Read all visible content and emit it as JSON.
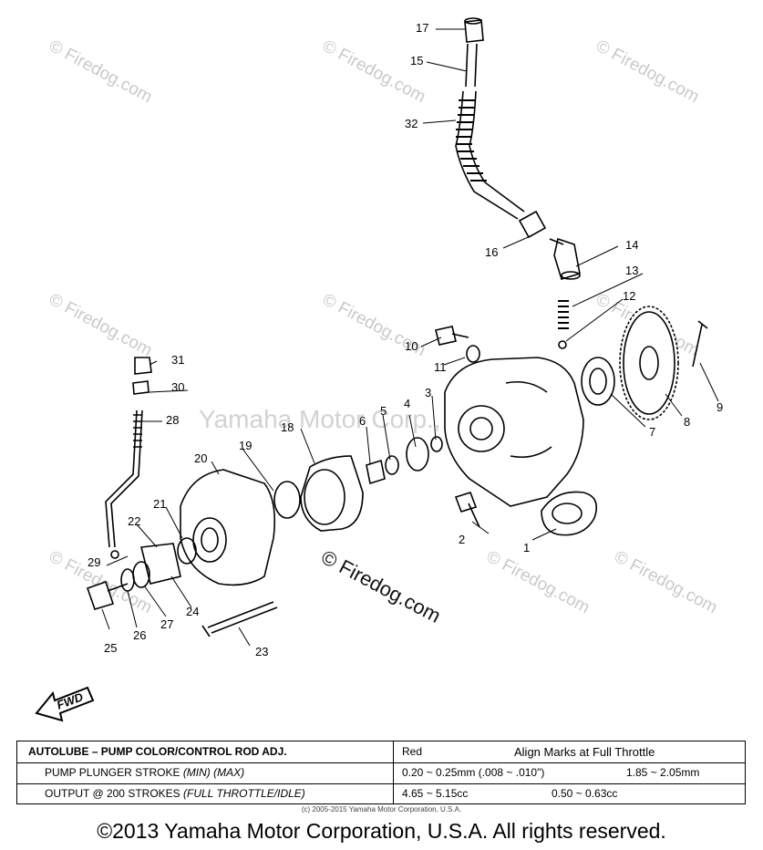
{
  "watermarks": {
    "tiled": [
      "© Firedog.com",
      "© Firedog.com",
      "© Firedog.com",
      "© Firedog.com",
      "© Firedog.com",
      "© Firedog.com",
      "© Firedog.com",
      "© Firedog.com",
      "© Firedog.com"
    ],
    "center": "Yamaha Motor Corp., U.S.A.",
    "prominent": "© Firedog.com"
  },
  "part_labels": [
    "1",
    "2",
    "3",
    "4",
    "5",
    "6",
    "7",
    "8",
    "9",
    "10",
    "11",
    "12",
    "13",
    "14",
    "15",
    "16",
    "17",
    "18",
    "19",
    "20",
    "21",
    "22",
    "23",
    "24",
    "25",
    "26",
    "27",
    "28",
    "29",
    "30",
    "31",
    "32"
  ],
  "fwd_label": "FWD",
  "spec_table": {
    "row1": {
      "left": "AUTOLUBE – PUMP COLOR/CONTROL ROD ADJ.",
      "mid": "Red",
      "right": "Align Marks at Full Throttle"
    },
    "row2": {
      "left_a": "PUMP PLUNGER STROKE ",
      "left_b": "(MIN) (MAX)",
      "mid": "0.20 ~ 0.25mm (.008 ~ .010\")",
      "right": "1.85 ~ 2.05mm"
    },
    "row3": {
      "left_a": "OUTPUT @ 200 STROKES ",
      "left_b": "(FULL THROTTLE/IDLE)",
      "mid": "4.65 ~ 5.15cc",
      "right": "0.50 ~ 0.63cc"
    }
  },
  "small_copyright": "(c) 2005-2015 Yamaha Motor Corporation, U.S.A.",
  "copyright": "©2013 Yamaha Motor Corporation, U.S.A. All rights reserved."
}
